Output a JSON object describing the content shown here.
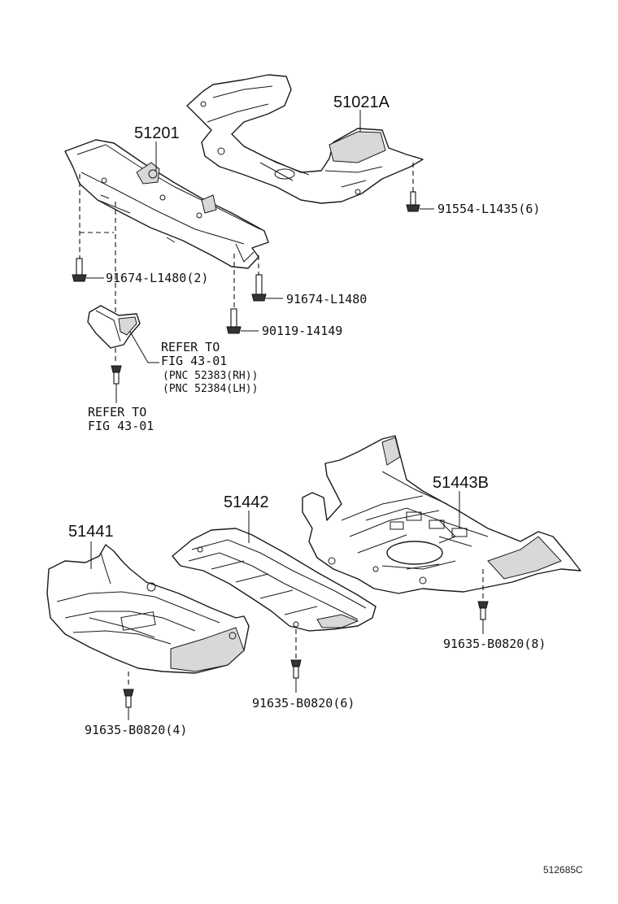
{
  "parts": {
    "p51021A": "51021A",
    "p51201": "51201",
    "p51441": "51441",
    "p51442": "51442",
    "p51443B": "51443B"
  },
  "fasteners": {
    "f91554": "91554-L1435(6)",
    "f91674x2": "91674-L1480(2)",
    "f91674": "91674-L1480",
    "f90119": "90119-14149",
    "f91635x4": "91635-B0820(4)",
    "f91635x6": "91635-B0820(6)",
    "f91635x8": "91635-B0820(8)"
  },
  "refs": {
    "refer_to_1": "REFER TO",
    "fig_1": "FIG 43-01",
    "pnc_rh": "(PNC 52383(RH))",
    "pnc_lh": "(PNC 52384(LH))",
    "refer_to_2": "REFER TO",
    "fig_2": "FIG 43-01"
  },
  "footer": {
    "diagram_code": "512685C"
  }
}
